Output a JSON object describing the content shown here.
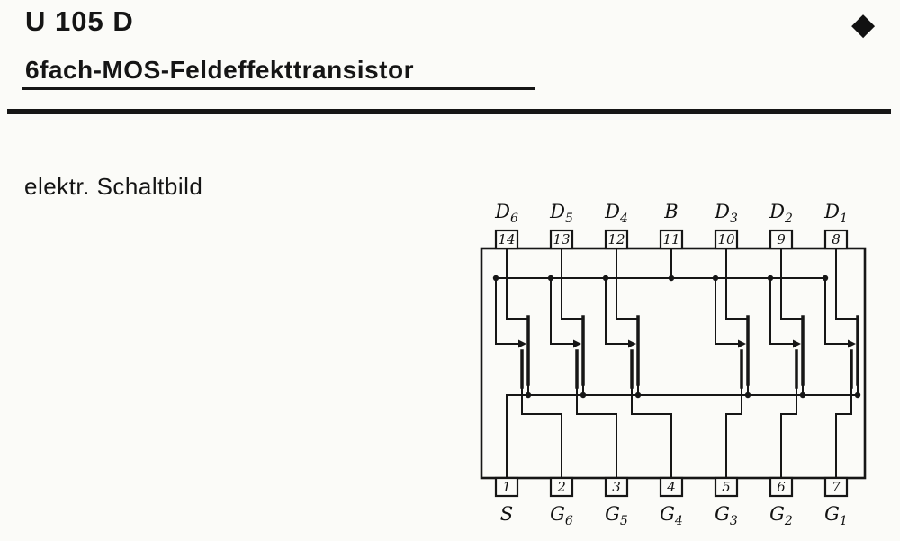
{
  "header": {
    "title": "U 105 D",
    "subtitle": "6fach-MOS-Feldeffekttransistor"
  },
  "icons": {
    "diamond": "◆"
  },
  "section": {
    "label": "elektr. Schaltbild"
  },
  "schematic": {
    "top_pins": [
      {
        "number": "14",
        "letter": "D",
        "sub": "6"
      },
      {
        "number": "13",
        "letter": "D",
        "sub": "5"
      },
      {
        "number": "12",
        "letter": "D",
        "sub": "4"
      },
      {
        "number": "11",
        "letter": "B",
        "sub": ""
      },
      {
        "number": "10",
        "letter": "D",
        "sub": "3"
      },
      {
        "number": "9",
        "letter": "D",
        "sub": "2"
      },
      {
        "number": "8",
        "letter": "D",
        "sub": "1"
      }
    ],
    "bottom_pins": [
      {
        "number": "1",
        "letter": "S",
        "sub": ""
      },
      {
        "number": "2",
        "letter": "G",
        "sub": "6"
      },
      {
        "number": "3",
        "letter": "G",
        "sub": "5"
      },
      {
        "number": "4",
        "letter": "G",
        "sub": "4"
      },
      {
        "number": "5",
        "letter": "G",
        "sub": "3"
      },
      {
        "number": "6",
        "letter": "G",
        "sub": "2"
      },
      {
        "number": "7",
        "letter": "G",
        "sub": "1"
      }
    ],
    "transistor_count": 6
  }
}
